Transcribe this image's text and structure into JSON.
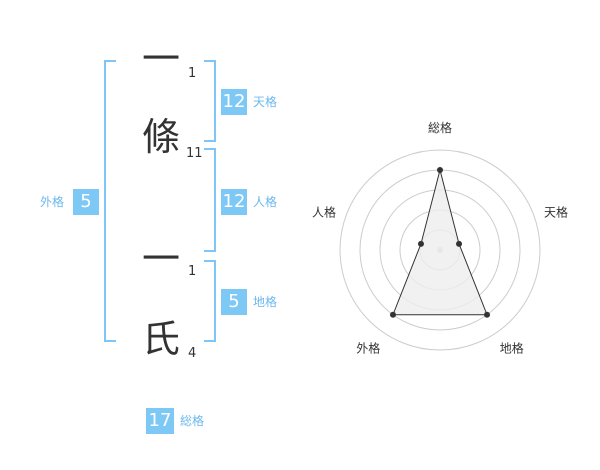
{
  "name_chars": [
    {
      "char": "一",
      "strokes": "1"
    },
    {
      "char": "條",
      "strokes": "11"
    },
    {
      "char": "一",
      "strokes": "1"
    },
    {
      "char": "氏",
      "strokes": "4"
    }
  ],
  "fortunes": {
    "tenkaku": {
      "value": "12",
      "label": "天格"
    },
    "jinkaku": {
      "value": "12",
      "label": "人格"
    },
    "chikaku": {
      "value": "5",
      "label": "地格"
    },
    "gaikaku": {
      "value": "5",
      "label": "外格"
    },
    "soukaku": {
      "value": "17",
      "label": "総格"
    }
  },
  "radar": {
    "axes": [
      "総格",
      "天格",
      "地格",
      "外格",
      "人格"
    ],
    "values": [
      4,
      1,
      4,
      4,
      1
    ],
    "max": 5,
    "colors": {
      "fill": "#eeeeee",
      "stroke": "#333333",
      "grid": "#cccccc",
      "center": "#cccccc"
    }
  },
  "colors": {
    "accent": "#7ec8f5"
  }
}
